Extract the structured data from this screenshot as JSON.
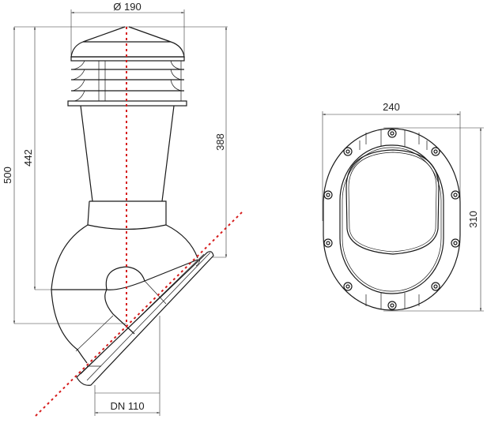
{
  "drawing": {
    "side_view": {
      "diameter_label": "Ø 190",
      "height_total_label": "500",
      "height_mid_label": "442",
      "height_cap_label": "388",
      "pipe_label": "DN 110"
    },
    "top_view": {
      "width_label": "240",
      "height_label": "310"
    },
    "colors": {
      "axis": "#d61c1c",
      "line": "#1a1a1a"
    }
  }
}
